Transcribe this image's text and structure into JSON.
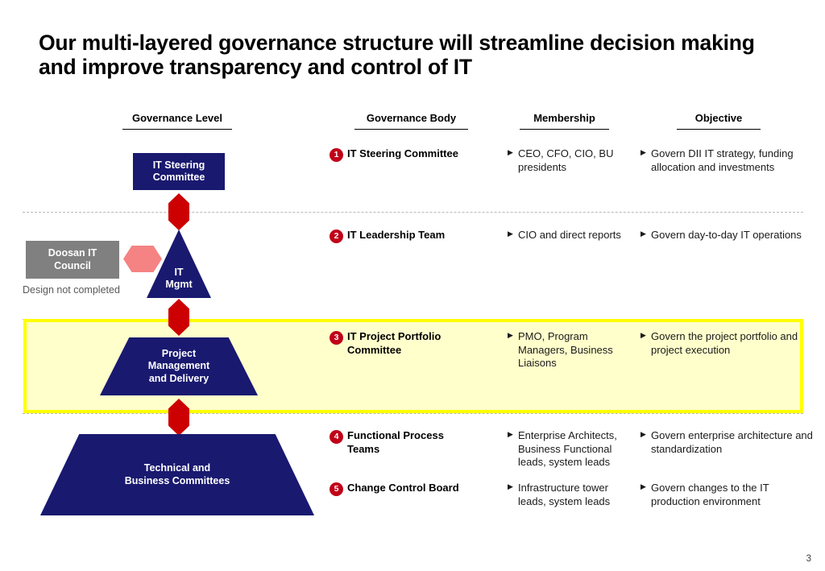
{
  "slide": {
    "title": "Our multi-layered governance structure will streamline decision making and improve transparency and control of IT",
    "page_number": "3",
    "colors": {
      "navy": "#191970",
      "red_connector": "#cc0000",
      "badge_red": "#c00018",
      "grey_box": "#808080",
      "pink_hex": "#f58383",
      "highlight_fill": "#ffffcc",
      "highlight_border": "#ffff00"
    }
  },
  "headers": {
    "governance_level": "Governance Level",
    "governance_body": "Governance Body",
    "membership": "Membership",
    "objective": "Objective"
  },
  "pyramid": {
    "steering": "IT Steering\nCommittee",
    "steering_line1": "IT Steering",
    "steering_line2": "Committee",
    "mgmt_line1": "IT",
    "mgmt_line2": "Mgmt",
    "pmd_line1": "Project",
    "pmd_line2": "Management",
    "pmd_line3": "and Delivery",
    "tbc_line1": "Technical and",
    "tbc_line2": "Business Committees"
  },
  "side_note": {
    "council_line1": "Doosan IT",
    "council_line2": "Council",
    "note": "Design not completed"
  },
  "rows": [
    {
      "number": "1",
      "body": "IT Steering Committee",
      "membership": "CEO, CFO, CIO,    BU presidents",
      "objective": "Govern DII IT strategy, funding allocation and investments"
    },
    {
      "number": "2",
      "body": "IT Leadership Team",
      "membership": "CIO and direct reports",
      "objective": "Govern day-to-day IT operations"
    },
    {
      "number": "3",
      "body": "IT Project Portfolio Committee",
      "membership": "PMO, Program Managers, Business Liaisons",
      "objective": "Govern the project portfolio   and project execution"
    },
    {
      "number": "4",
      "body": "Functional Process Teams",
      "membership": "Enterprise Architects, Business Functional leads, system leads",
      "objective": "Govern enterprise architecture and standardization"
    },
    {
      "number": "5",
      "body": "Change Control Board",
      "membership": "Infrastructure tower leads, system leads",
      "objective": "Govern changes to the IT production environment"
    }
  ]
}
